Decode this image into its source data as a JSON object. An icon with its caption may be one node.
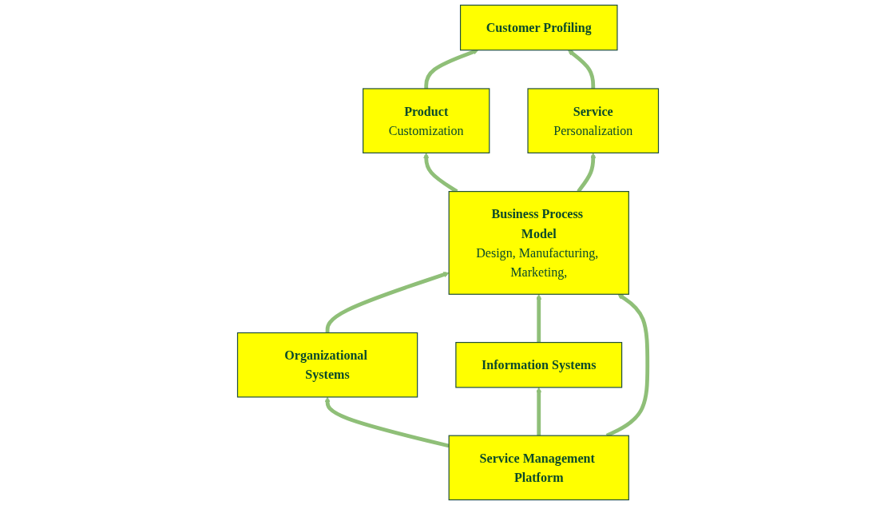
{
  "diagram": {
    "nodes": [
      {
        "text": [
          "Customer Profiling"
        ]
      },
      {
        "text": [
          "Product",
          "Customization"
        ]
      },
      {
        "text": [
          "Service",
          "Personalization"
        ]
      },
      {
        "text": [
          "Organizational Systems"
        ]
      },
      {
        "text": [
          "Business Process Model",
          "Design, Manufacturing, Marketing,"
        ]
      },
      {
        "text": [
          "Information Systems"
        ]
      },
      {
        "text": [
          "Service Management Platform"
        ]
      }
    ],
    "edges": [
      {
        "from": 1,
        "to": 0,
        "arrow": "to"
      },
      {
        "from": 2,
        "to": 0,
        "arrow": "to"
      },
      {
        "from": 4,
        "to": 1,
        "arrow": "to"
      },
      {
        "from": 4,
        "to": 2,
        "arrow": "to"
      },
      {
        "from": 3,
        "to": 4,
        "arrow": "to"
      },
      {
        "from": 5,
        "to": 4,
        "arrow": "to"
      },
      {
        "from": 6,
        "to": 4,
        "arrow": "to"
      },
      {
        "from": 6,
        "to": 3,
        "arrow": "to"
      },
      {
        "from": 6,
        "to": 5,
        "arrow": "to"
      }
    ]
  }
}
